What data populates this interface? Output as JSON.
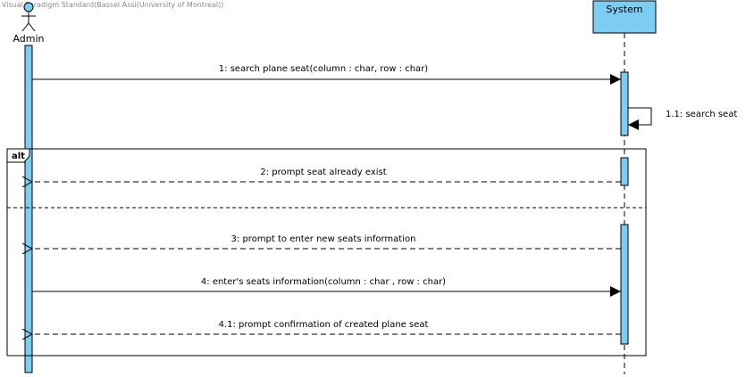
{
  "watermark": "Visual Paradigm Standard(Bassel Assi(University of Montreal))",
  "lifelines": {
    "admin": {
      "name": "Admin"
    },
    "system": {
      "name": "System"
    }
  },
  "fragment": {
    "operator": "alt"
  },
  "messages": [
    {
      "id": "m1",
      "label": "1: search plane seat(column : char, row : char)",
      "kind": "sync"
    },
    {
      "id": "m1_1",
      "label": "1.1: search seat",
      "kind": "self"
    },
    {
      "id": "m2",
      "label": "2: prompt seat already exist",
      "kind": "reply"
    },
    {
      "id": "m3",
      "label": "3: prompt to enter new seats information",
      "kind": "reply"
    },
    {
      "id": "m4",
      "label": "4: enter's seats information(column : char , row : char)",
      "kind": "sync"
    },
    {
      "id": "m4_1",
      "label": "4.1: prompt confirmation of created plane seat",
      "kind": "reply"
    }
  ],
  "colors": {
    "activation": "#7dcdf2",
    "lifeline_head": "#7dcdf2",
    "line": "#000000",
    "watermark": "#8a8a8a"
  }
}
